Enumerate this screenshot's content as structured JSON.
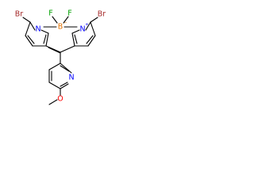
{
  "molecule": {
    "atoms": {
      "br_left": {
        "label": "Br",
        "color": "#a52a2a"
      },
      "br_right": {
        "label": "Br",
        "color": "#a52a2a"
      },
      "f_left": {
        "label": "F",
        "color": "#00a000"
      },
      "f_right": {
        "label": "F",
        "color": "#00a000"
      },
      "boron": {
        "label": "B",
        "charge": "−",
        "color": "#e07000"
      },
      "n_left": {
        "label": "N",
        "color": "#0000ff"
      },
      "n_right": {
        "label": "N",
        "charge": "+",
        "color": "#0000ff"
      },
      "n_pyridine": {
        "label": "N",
        "color": "#0000ff"
      },
      "oxygen": {
        "label": "O",
        "color": "#ff0000"
      }
    }
  }
}
